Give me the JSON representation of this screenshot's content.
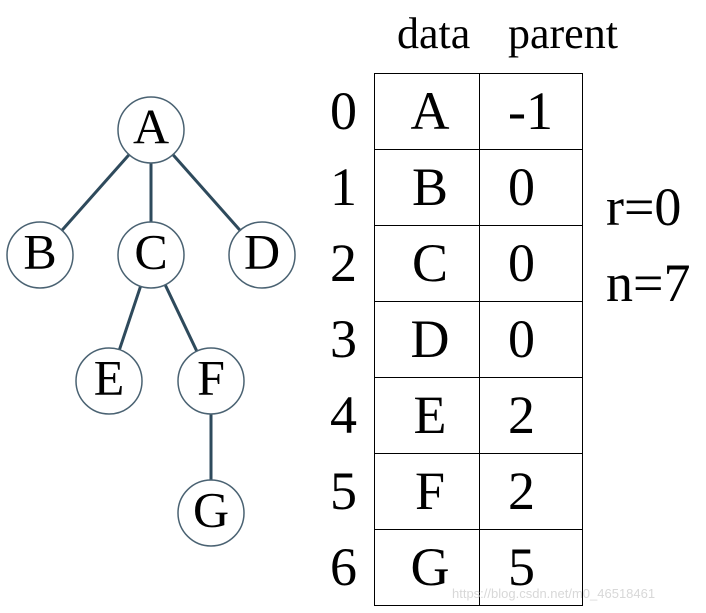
{
  "tree": {
    "nodes": [
      "A",
      "B",
      "C",
      "D",
      "E",
      "F",
      "G"
    ],
    "edges": [
      [
        "A",
        "B"
      ],
      [
        "A",
        "C"
      ],
      [
        "A",
        "D"
      ],
      [
        "C",
        "E"
      ],
      [
        "C",
        "F"
      ],
      [
        "F",
        "G"
      ]
    ],
    "edge_color": "#2e4a5c",
    "node_border_color": "#4a6272"
  },
  "table": {
    "headers": {
      "data": "data",
      "parent": "parent"
    },
    "rows": [
      {
        "index": "0",
        "data": "A",
        "parent": "-1"
      },
      {
        "index": "1",
        "data": "B",
        "parent": "0"
      },
      {
        "index": "2",
        "data": "C",
        "parent": "0"
      },
      {
        "index": "3",
        "data": "D",
        "parent": "0"
      },
      {
        "index": "4",
        "data": "E",
        "parent": "2"
      },
      {
        "index": "5",
        "data": "F",
        "parent": "2"
      },
      {
        "index": "6",
        "data": "G",
        "parent": "5"
      }
    ]
  },
  "info": {
    "r": "r=0",
    "n": "n=7"
  },
  "watermark": "https://blog.csdn.net/m0_46518461"
}
